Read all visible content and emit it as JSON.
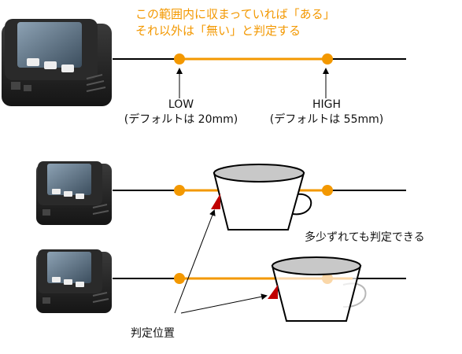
{
  "caption": {
    "line1": "この範囲内に収まっていれば「ある」",
    "line2": "それ以外は「無い」と判定する"
  },
  "labels": {
    "low": "LOW",
    "low_default": "(デフォルトは 20mm)",
    "high": "HIGH",
    "high_default": "(デフォルトは 55mm)",
    "tolerance_note": "多少ずれても判定できる",
    "judge_position": "判定位置"
  },
  "colors": {
    "accent": "#f39800",
    "accent_faded": "#fad7a8",
    "line": "#000000",
    "marker": "#c00000",
    "device_body": "#222222",
    "device_screen": "#5a6e80"
  }
}
